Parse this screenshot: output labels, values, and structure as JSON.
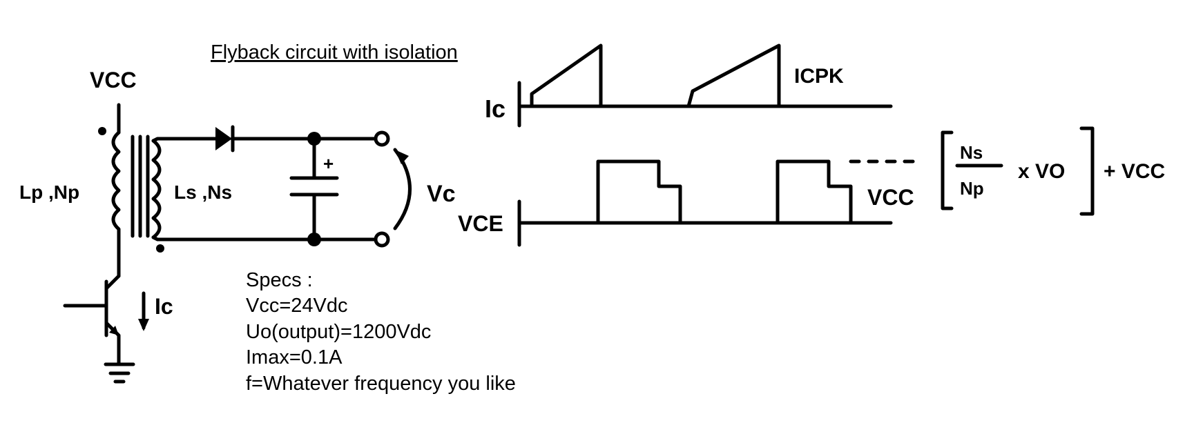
{
  "title": "Flyback circuit with isolation",
  "circuit": {
    "vcc": "VCC",
    "primary": "Lp ,Np",
    "secondary": "Ls ,Ns",
    "output": "Vc",
    "current": "Ic",
    "plus": "+"
  },
  "waveforms": {
    "ic_axis": "Ic",
    "ic_peak": "ICPK",
    "vce_axis": "VCE",
    "vcc_level": "VCC",
    "ratio_num": "Ns",
    "ratio_den": "Np",
    "times_vo": "x VO",
    "plus_vcc": "+ VCC"
  },
  "specs": {
    "heading": "Specs :",
    "lines": [
      "Vcc=24Vdc",
      "Uo(output)=1200Vdc",
      "Imax=0.1A",
      "f=Whatever frequency you like"
    ]
  }
}
